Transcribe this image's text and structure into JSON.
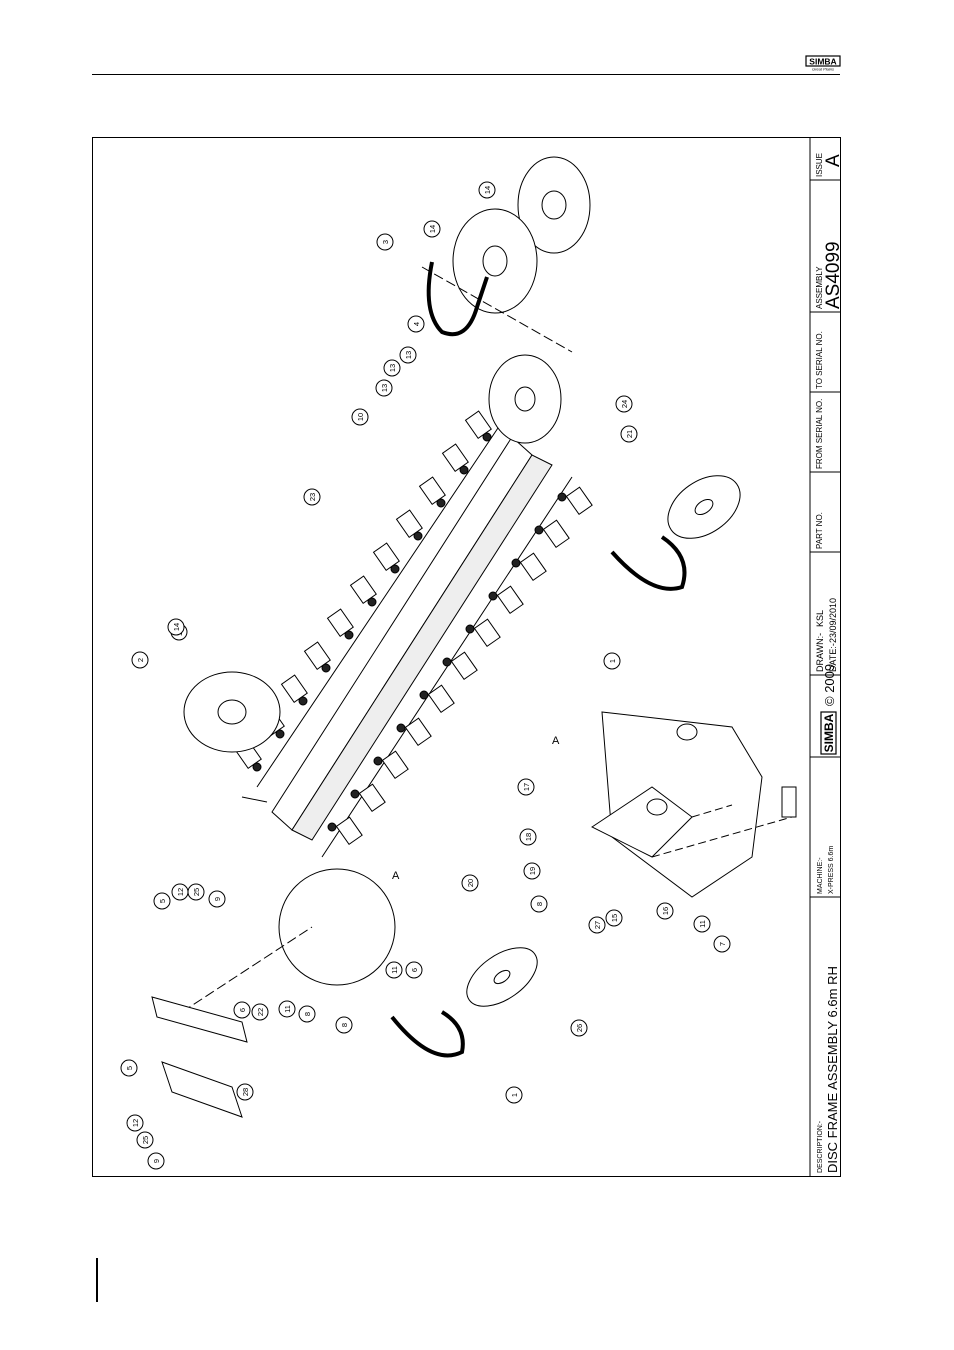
{
  "brand": {
    "logo_text": "SIMBA",
    "logo_subtext": "Great Plains"
  },
  "title_block": {
    "description_label": "DESCRIPTION:-",
    "description": "DISC FRAME ASSEMBLY 6.6m RH",
    "machine_label": "MACHINE:-",
    "machine": "X-PRESS 6.6m",
    "copyright_brand": "SIMBA",
    "copyright": "© 2009",
    "drawn_label": "DRAWN:-",
    "drawn": "KSL",
    "date_label": "DATE:-",
    "date": "23/09/2010",
    "part_no_label": "PART NO.",
    "from_serial_label": "FROM SERIAL NO.",
    "to_serial_label": "TO SERIAL NO.",
    "assembly_label": "ASSEMBLY",
    "assembly": "AS4099",
    "issue_label": "ISSUE",
    "issue": "A"
  },
  "view_labels": [
    "A",
    "A"
  ],
  "balloons": [
    "14",
    "14",
    "3",
    "4",
    "13",
    "13",
    "13",
    "10",
    "24",
    "21",
    "23",
    "14",
    "2",
    "14",
    "1",
    "17",
    "18",
    "19",
    "8",
    "27",
    "15",
    "16",
    "11",
    "7",
    "20",
    "9",
    "25",
    "12",
    "5",
    "6",
    "22",
    "11",
    "8",
    "11",
    "6",
    "8",
    "26",
    "1",
    "28",
    "5",
    "12",
    "25",
    "9"
  ]
}
